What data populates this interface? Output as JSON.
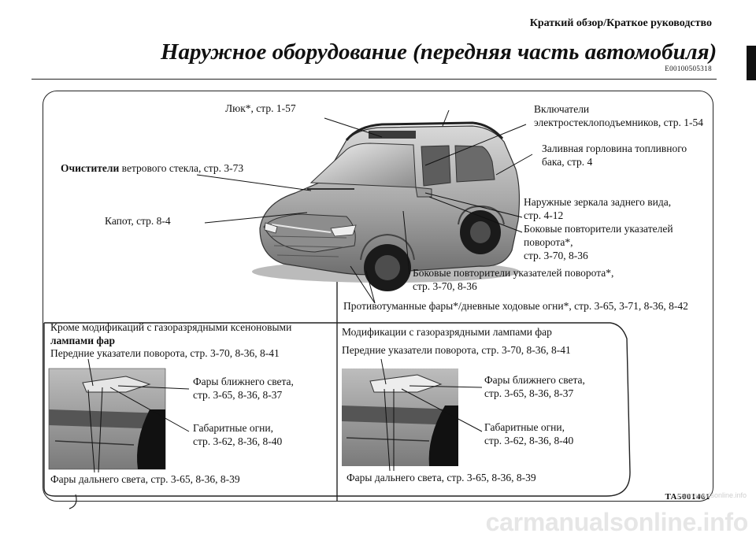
{
  "header": {
    "section": "Краткий обзор/Краткое руководство",
    "title": "Наружное оборудование (передняя часть автомобиля)",
    "doc_code": "E00100505318"
  },
  "main_labels": {
    "lyuk": "Люк*, стр. 1-57",
    "vkluchateli_1": "Включатели",
    "vkluchateli_2": "электростеклоподъемников, стр. 1-54",
    "zalivnaya_1": "Заливная горловина топливного",
    "zalivnaya_2": "бака, стр. 4",
    "ochistiteli_bold": "Очистители",
    "ochistiteli_rest": " ветрового стекла, стр. 3-73",
    "kapot": "Капот, стр. 8-4",
    "zerkala_1": "Наружные зеркала заднего вида,",
    "zerkala_2": "стр. 4-12",
    "bokovye_top_1": "Боковые повторители указателей",
    "bokovye_top_2": "поворота*,",
    "bokovye_top_3": "стр. 3-70, 8-36",
    "bokovye_mid_1": "Боковые повторители указателей поворота*,",
    "bokovye_mid_2": "стр. 3-70, 8-36",
    "protivotuman": "Противотуманные фары*/дневные ходовые огни*, стр. 3-65, 3-71, 8-36, 8-42"
  },
  "left_panel": {
    "heading_1": "Кроме модификаций с газоразрядными ксеноновыми",
    "heading_2": "лампами фар",
    "front_turn": "Передние указатели поворота, стр. 3-70, 8-36, 8-41",
    "near_1": "Фары ближнего света,",
    "near_2": "стр. 3-65, 8-36, 8-37",
    "gab_1": "Габаритные огни,",
    "gab_2": "стр. 3-62, 8-36, 8-40",
    "far": "Фары дальнего света, стр. 3-65, 8-36, 8-39"
  },
  "right_panel": {
    "heading": "Модификации с газоразрядными лампами фар",
    "front_turn": "Передние указатели поворота, стр. 3-70, 8-36, 8-41",
    "near_1": "Фары ближнего света,",
    "near_2": "стр. 3-65, 8-36, 8-37",
    "gab_1": "Габаритные огни,",
    "gab_2": "стр. 3-62, 8-36, 8-40",
    "far": "Фары дальнего света, стр. 3-65, 8-36, 8-39"
  },
  "footer": {
    "figure_code": "TA5001461",
    "watermark": "carmanualsonline.info",
    "watermark_small": "carmanualsonline.info"
  }
}
